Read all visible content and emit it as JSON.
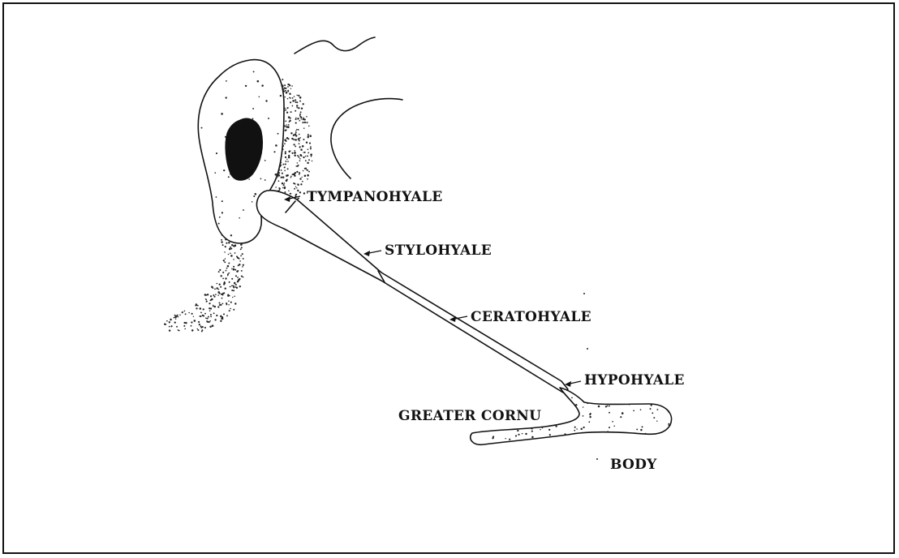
{
  "diagram": {
    "labels": {
      "tympanohyale": "TYMPANOHYALE",
      "stylohyale": "STYLOHYALE",
      "ceratohyale": "CERATOHYALE",
      "hypohyale": "HYPOHYALE",
      "greater_cornu": "GREATER CORNU",
      "body": "BODY"
    }
  }
}
